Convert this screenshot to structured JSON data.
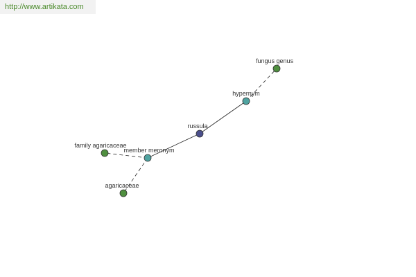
{
  "watermark": "http://www.artikata.com",
  "colors": {
    "central_node": "#4b4f8c",
    "relation_node": "#4fa3a0",
    "term_node": "#4f8f3f",
    "node_stroke": "#333333",
    "edge": "#222222"
  },
  "nodes": [
    {
      "id": "russula",
      "label": "russula",
      "kind": "central"
    },
    {
      "id": "hypernym",
      "label": "hypernym",
      "kind": "relation"
    },
    {
      "id": "member_meronym",
      "label": "member meronym",
      "kind": "relation"
    },
    {
      "id": "fungus_genus",
      "label": "fungus genus",
      "kind": "term"
    },
    {
      "id": "family_agaricaceae",
      "label": "family agaricaceae",
      "kind": "term"
    },
    {
      "id": "agaricaceae",
      "label": "agaricaceae",
      "kind": "term"
    }
  ],
  "edges": [
    {
      "from": "russula",
      "to": "hypernym",
      "style": "solid"
    },
    {
      "from": "russula",
      "to": "member_meronym",
      "style": "solid"
    },
    {
      "from": "hypernym",
      "to": "fungus_genus",
      "style": "dashed"
    },
    {
      "from": "member_meronym",
      "to": "family_agaricaceae",
      "style": "dashed"
    },
    {
      "from": "member_meronym",
      "to": "agaricaceae",
      "style": "dashed"
    }
  ]
}
